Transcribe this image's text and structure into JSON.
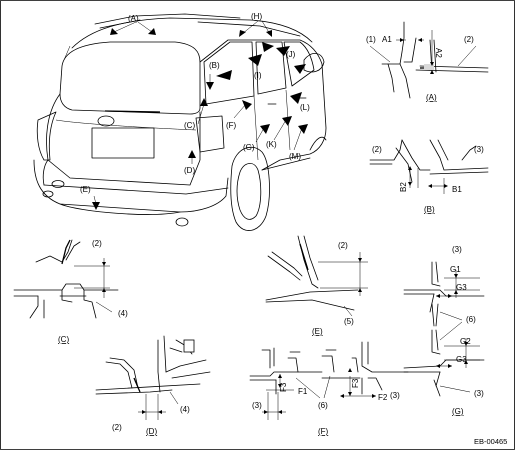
{
  "figure_code": "EB-00465",
  "car_callouts": [
    "(A)",
    "(H)",
    "(B)",
    "(I)",
    "(J)",
    "(C)",
    "(F)",
    "(G)",
    "(K)",
    "(L)",
    "(M)",
    "(D)",
    "(E)"
  ],
  "panels": {
    "A": {
      "caption": "(A)",
      "parts": [
        "(1)",
        "(2)"
      ],
      "dims": [
        "A1",
        "A2"
      ]
    },
    "B": {
      "caption": "(B)",
      "parts": [
        "(2)",
        "(3)"
      ],
      "dims": [
        "B1",
        "B2"
      ]
    },
    "C": {
      "caption": "(C)",
      "parts": [
        "(2)",
        "(4)"
      ]
    },
    "D": {
      "caption": "(D)",
      "parts": [
        "(2)",
        "(4)"
      ]
    },
    "E": {
      "caption": "(E)",
      "parts": [
        "(2)",
        "(5)"
      ]
    },
    "F": {
      "caption": "(F)",
      "parts": [
        "(3)",
        "(6)",
        "(3)"
      ],
      "dims": [
        "F1",
        "F3",
        "F3",
        "F2"
      ]
    },
    "G": {
      "caption": "(G)",
      "parts": [
        "(3)",
        "(6)",
        "(3)"
      ],
      "dims": [
        "G1",
        "G3",
        "G2",
        "G3"
      ]
    }
  }
}
